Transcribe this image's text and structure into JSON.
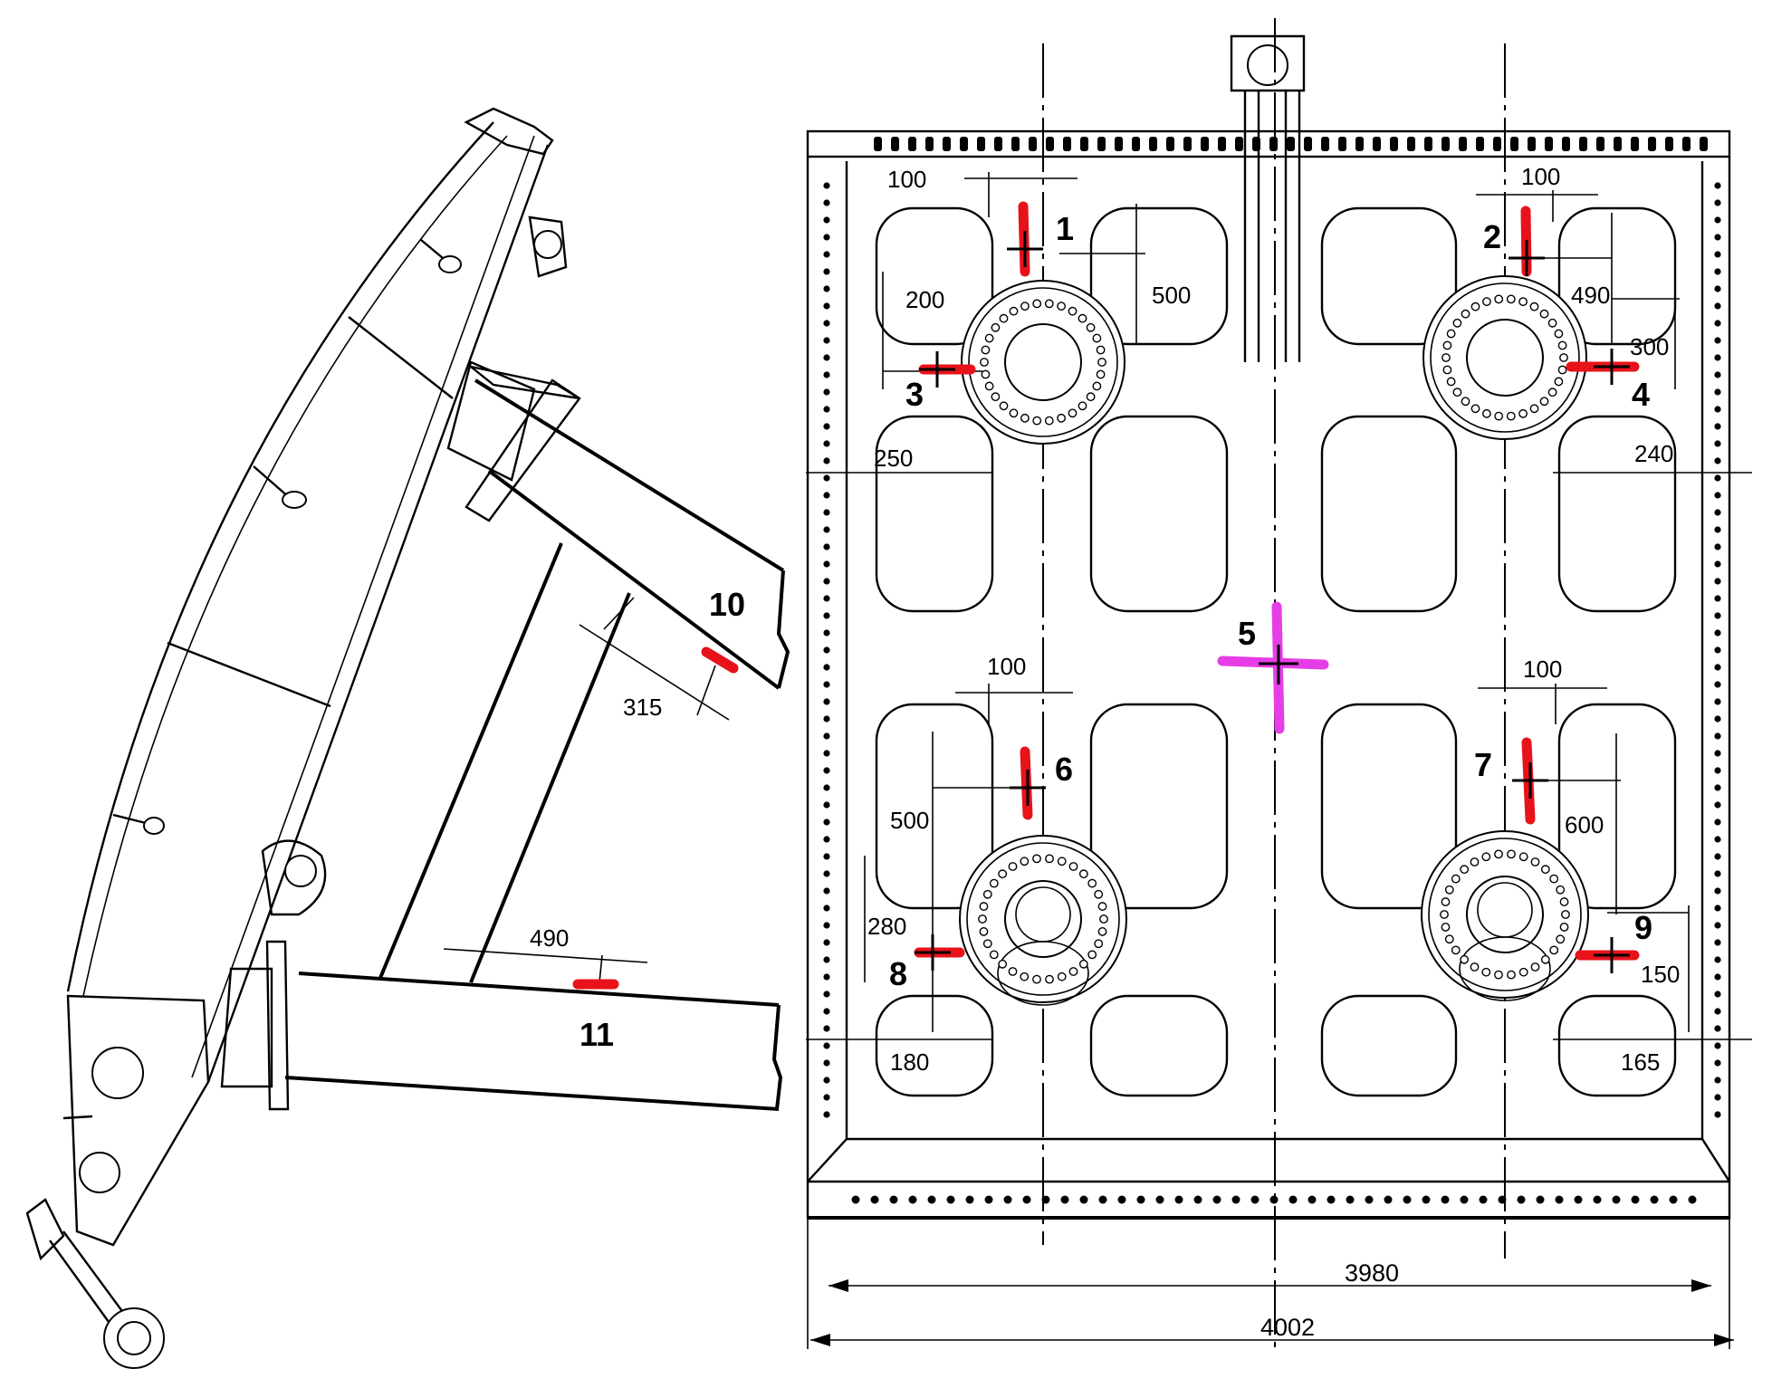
{
  "colors": {
    "line": "#000000",
    "gauge": "#e8121a",
    "center_gauge": "#e63ee6",
    "background": "#ffffff"
  },
  "labels": {
    "points": [
      "1",
      "2",
      "3",
      "4",
      "5",
      "6",
      "7",
      "8",
      "9",
      "10",
      "11"
    ],
    "front_dimensions": {
      "p1_offset": "100",
      "p1_drop": "500",
      "p3_height": "200",
      "p3_side": "250",
      "p2_offset": "100",
      "p2_drop": "490",
      "p4_height": "300",
      "p4_side": "240",
      "p6_offset": "100",
      "p6_drop": "500",
      "p8_height": "280",
      "p8_side": "180",
      "p7_offset": "100",
      "p7_drop": "600",
      "p9_height": "150",
      "p9_side": "165"
    },
    "side_dimensions": {
      "p10_distance": "315",
      "p11_distance": "490"
    },
    "overall": {
      "inner_width": "3980",
      "outer_width": "4002"
    }
  }
}
